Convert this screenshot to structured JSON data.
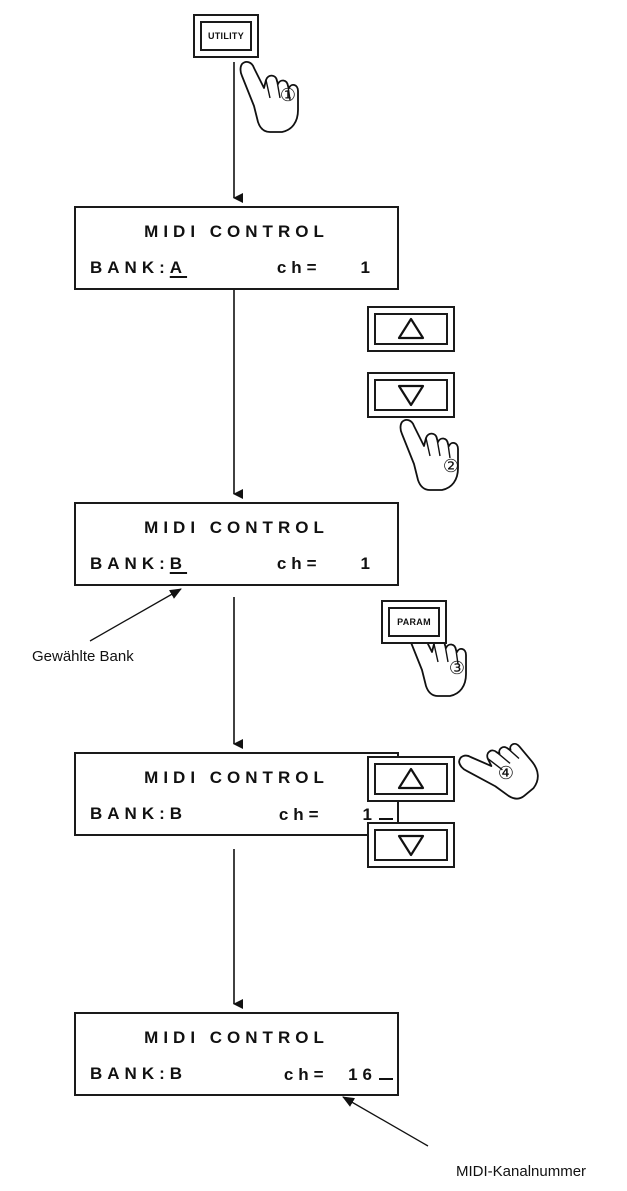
{
  "keys": {
    "utility": "UTILITY",
    "param": "PARAM"
  },
  "steps": [
    "①",
    "②",
    "③",
    "④"
  ],
  "displays": [
    {
      "line1": "MIDI CONTROL",
      "bank_label": "BANK:",
      "bank_value": "A",
      "channel_label": "ch=",
      "channel_value": "1",
      "bank_underlined": true,
      "channel_cursor": false
    },
    {
      "line1": "MIDI CONTROL",
      "bank_label": "BANK:",
      "bank_value": "B",
      "channel_label": "ch=",
      "channel_value": "1",
      "bank_underlined": true,
      "channel_cursor": false
    },
    {
      "line1": "MIDI CONTROL",
      "bank_label": "BANK:",
      "bank_value": "B",
      "channel_label": "ch=",
      "channel_value": "1",
      "bank_underlined": false,
      "channel_cursor": true
    },
    {
      "line1": "MIDI CONTROL",
      "bank_label": "BANK:",
      "bank_value": "B",
      "channel_label": "ch=",
      "channel_value": "16",
      "bank_underlined": false,
      "channel_cursor": true
    }
  ],
  "callouts": {
    "selected_bank": "Gewählte Bank",
    "midi_channel": "MIDI-Kanalnummer"
  },
  "icons": {
    "pointing_hand": "pointing-hand-icon",
    "up_triangle": "up-arrow-icon",
    "down_triangle": "down-arrow-icon"
  }
}
